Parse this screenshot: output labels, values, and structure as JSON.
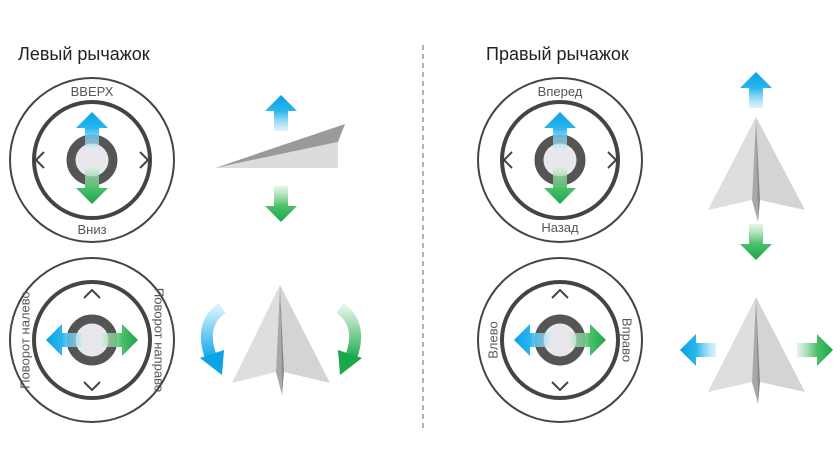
{
  "left": {
    "title": "Левый рычажок",
    "up_label": "ВВЕРХ",
    "down_label": "Вниз",
    "turn_left_label": "Поворот налево",
    "turn_right_label": "Поворот направо"
  },
  "right": {
    "title": "Правый рычажок",
    "forward_label": "Вперед",
    "back_label": "Назад",
    "left_label": "Влево",
    "right_label": "Вправо"
  },
  "colors": {
    "blue": "#00a8e8",
    "green": "#1aa84a",
    "ring": "#444444",
    "knob": "#555555",
    "plane_light": "#dcdcdc",
    "plane_dark": "#9a9a9a"
  }
}
